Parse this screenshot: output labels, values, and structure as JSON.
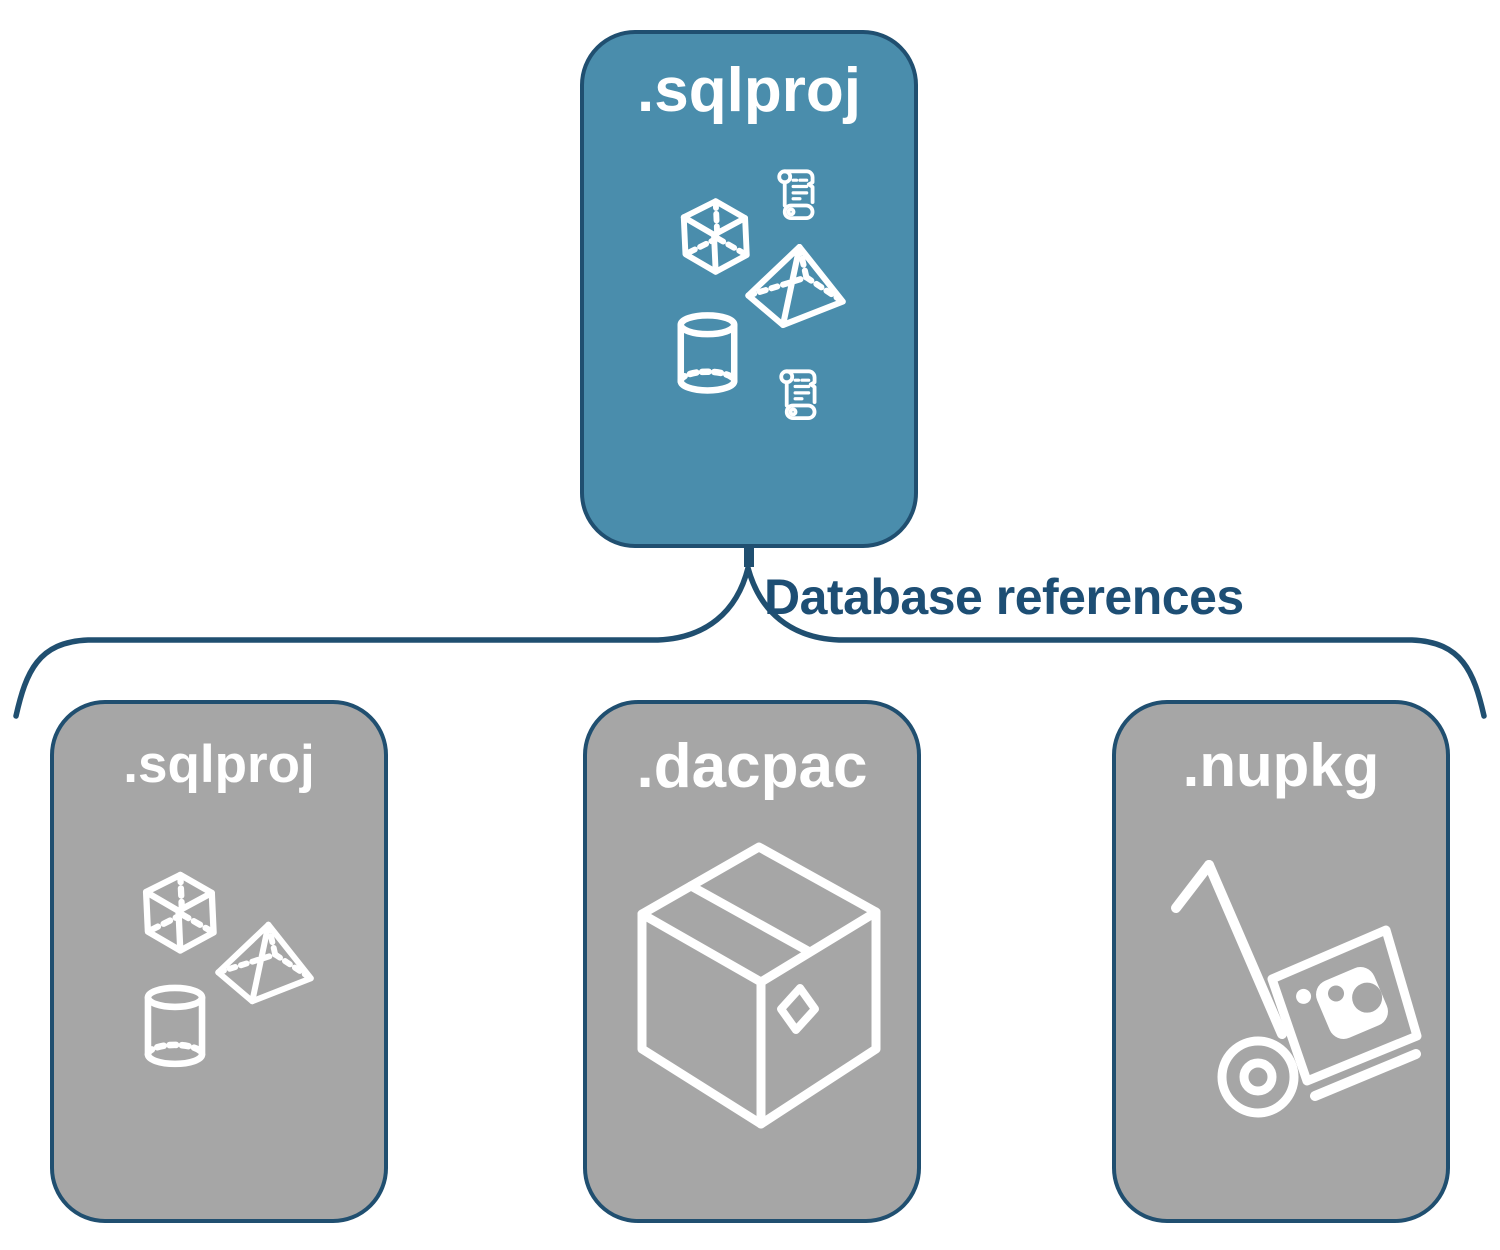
{
  "diagram": {
    "root_node": {
      "label": ".sqlproj",
      "icons": [
        "cube-icon",
        "sql-script-icon",
        "pyramid-icon",
        "database-cylinder-icon",
        "sql-script-icon"
      ]
    },
    "edge_label": "Database references",
    "child_nodes": [
      {
        "label": ".sqlproj",
        "icons": [
          "cube-icon",
          "pyramid-icon",
          "database-cylinder-icon"
        ]
      },
      {
        "label": ".dacpac",
        "icons": [
          "package-box-icon"
        ]
      },
      {
        "label": ".nupkg",
        "icons": [
          "nuget-hand-truck-icon"
        ]
      }
    ],
    "colors": {
      "root_fill": "#4a8dac",
      "child_fill": "#a6a6a6",
      "outline": "#204f70",
      "edge_label_text": "#1d4e74",
      "icon_stroke": "#ffffff"
    }
  }
}
